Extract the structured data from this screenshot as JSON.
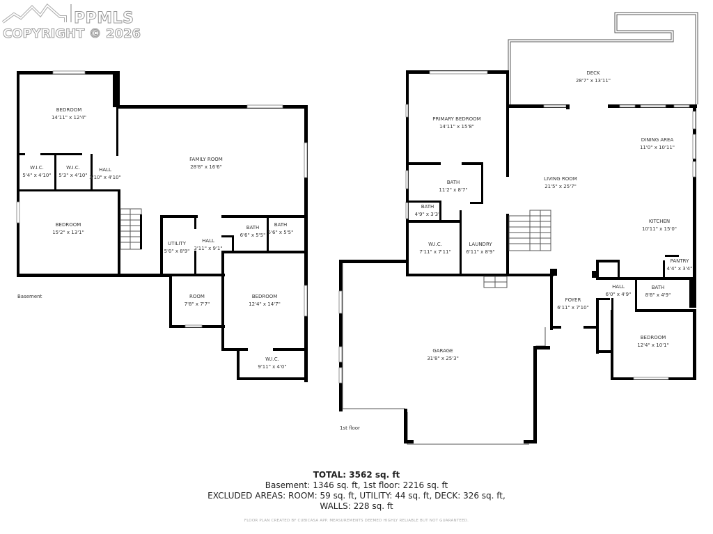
{
  "watermark": {
    "brand": "PPMLS",
    "copyright": "COPYRIGHT © 2026"
  },
  "floors": [
    {
      "name": "Basement",
      "rooms": [
        {
          "name": "BEDROOM",
          "size": "14'11\" x 12'4\""
        },
        {
          "name": "W.I.C.",
          "size": "5'4\" x 4'10\""
        },
        {
          "name": "W.I.C.",
          "size": "5'3\" x 4'10\""
        },
        {
          "name": "HALL",
          "size": "3'10\" x 4'10\""
        },
        {
          "name": "FAMILY ROOM",
          "size": "28'8\" x 16'6\""
        },
        {
          "name": "BEDROOM",
          "size": "15'2\" x 13'1\""
        },
        {
          "name": "UTILITY",
          "size": "5'0\" x 8'9\""
        },
        {
          "name": "HALL",
          "size": "3'11\" x 9'1\""
        },
        {
          "name": "BATH",
          "size": "6'6\" x 5'5\""
        },
        {
          "name": "BATH",
          "size": "5'6\" x 5'5\""
        },
        {
          "name": "ROOM",
          "size": "7'8\" x 7'7\""
        },
        {
          "name": "BEDROOM",
          "size": "12'4\" x 14'7\""
        },
        {
          "name": "W.I.C.",
          "size": "9'11\" x 4'0\""
        }
      ]
    },
    {
      "name": "1st floor",
      "rooms": [
        {
          "name": "DECK",
          "size": "28'7\" x 13'11\""
        },
        {
          "name": "PRIMARY BEDROOM",
          "size": "14'11\" x 15'8\""
        },
        {
          "name": "DINING AREA",
          "size": "11'0\" x 10'11\""
        },
        {
          "name": "LIVING ROOM",
          "size": "21'5\" x 25'7\""
        },
        {
          "name": "BATH",
          "size": "11'2\" x 8'7\""
        },
        {
          "name": "BATH",
          "size": "4'9\" x 3'3\""
        },
        {
          "name": "KITCHEN",
          "size": "10'11\" x 15'0\""
        },
        {
          "name": "W.I.C.",
          "size": "7'11\" x 7'11\""
        },
        {
          "name": "LAUNDRY",
          "size": "6'11\" x 8'9\""
        },
        {
          "name": "PANTRY",
          "size": "4'4\" x 3'4\""
        },
        {
          "name": "HALL",
          "size": "6'0\" x 4'9\""
        },
        {
          "name": "BATH",
          "size": "8'8\" x 4'9\""
        },
        {
          "name": "FOYER",
          "size": "6'11\" x 7'10\""
        },
        {
          "name": "BEDROOM",
          "size": "12'4\" x 10'1\""
        },
        {
          "name": "GARAGE",
          "size": "31'8\" x 25'3\""
        }
      ]
    }
  ],
  "summary": {
    "total": "TOTAL: 3562 sq. ft",
    "floors_line": "Basement: 1346 sq. ft, 1st floor: 2216 sq. ft",
    "excluded_line": "EXCLUDED AREAS: ROOM: 59 sq. ft, UTILITY: 44 sq. ft, DECK: 326 sq. ft,",
    "walls_line": "WALLS: 228 sq. ft",
    "disclaimer": "FLOOR PLAN CREATED BY CUBICASA APP. MEASUREMENTS DEEMED HIGHLY RELIABLE BUT NOT GUARANTEED."
  },
  "colors": {
    "wall": "#000000",
    "background": "#ffffff",
    "text": "#333333",
    "watermark": "#999999"
  }
}
